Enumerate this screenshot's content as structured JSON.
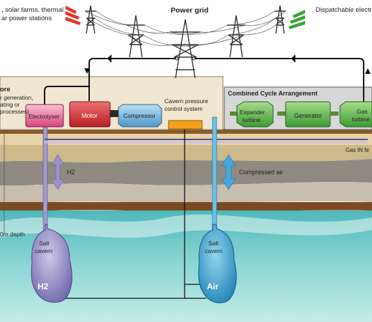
{
  "header": {
    "left_line1": ", solar farms, thermal",
    "left_line2": "ar power stations",
    "center_title": "Power grid",
    "right_title": "Dispatchable electricit"
  },
  "store_panel": {
    "title": "ore",
    "line1": "r generation,",
    "line2": "ating or",
    "line3": "processes)"
  },
  "combined_cycle": {
    "title": "Combined Cycle Arrangement"
  },
  "components": {
    "electrolyser": "Electrolyser",
    "motor": "Motor",
    "compressor": "Compressor",
    "cavern_pressure_line1": "Cavern pressure",
    "cavern_pressure_line2": "control system",
    "expander_line1": "Expander",
    "expander_line2": "turbine",
    "generator": "Generator",
    "gas_turbine_line1": "Gas",
    "gas_turbine_line2": "turbine",
    "gas_in": "Gas IN fe"
  },
  "flows": {
    "h2": "H2",
    "compressed_air": "Compressed air"
  },
  "depth": "0m depth",
  "caverns": {
    "h2_line1": "Salt",
    "h2_line2": "cavern",
    "h2_tag": "H2",
    "air_line1": "Salt",
    "air_line2": "cavern",
    "air_tag": "Air"
  },
  "colors": {
    "red_arrow": "#e63329",
    "green_arrow": "#3aa635",
    "air_blue": "#4aa8d8",
    "h2_purple": "#8f86c0",
    "water": "#6fc7c7"
  }
}
